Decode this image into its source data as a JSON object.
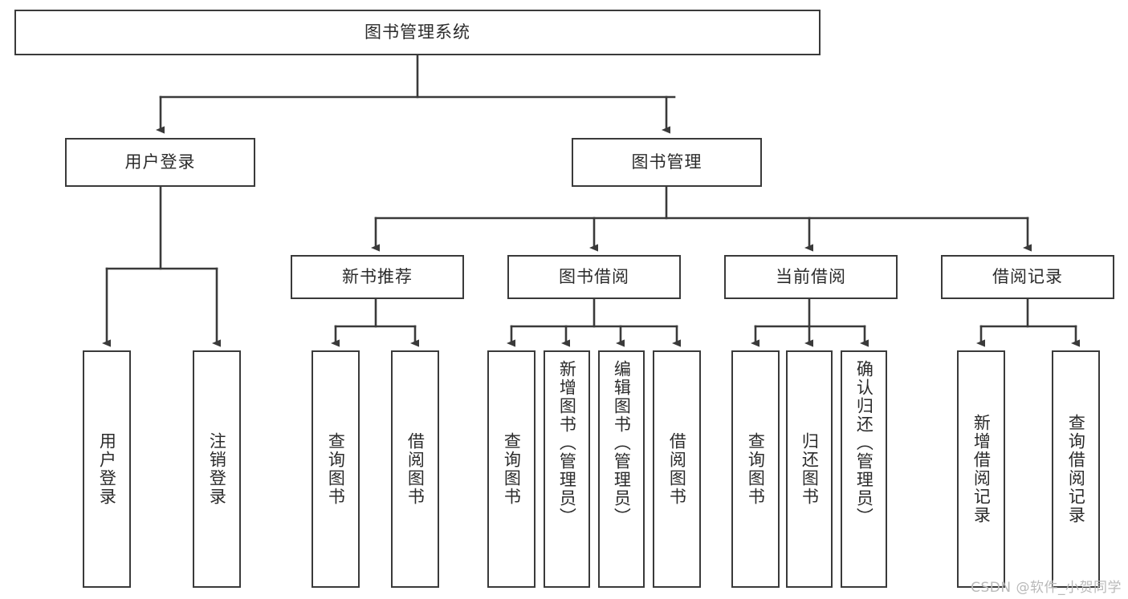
{
  "diagram": {
    "title": "图书管理系统",
    "type": "hierarchy-tree",
    "style": {
      "box_fill": "#ffffff",
      "box_border": "#3a3a3a",
      "connector": "#3a3a3a",
      "text": "#2b2b2b",
      "background": "#ffffff",
      "watermark_color": "#b9b9b9"
    },
    "nodes": {
      "root": {
        "label": "图书管理系统",
        "level": 1
      },
      "user_login": {
        "label": "用户登录",
        "level": 2
      },
      "book_manage": {
        "label": "图书管理",
        "level": 2
      },
      "new_book_rec": {
        "label": "新书推荐",
        "level": 3
      },
      "book_borrow": {
        "label": "图书借阅",
        "level": 3
      },
      "current_borrow": {
        "label": "当前借阅",
        "level": 3
      },
      "borrow_record": {
        "label": "借阅记录",
        "level": 3
      },
      "leaf_user_login": {
        "label": "用户登录",
        "level": 4
      },
      "leaf_logout": {
        "label": "注销登录",
        "level": 4
      },
      "leaf_query_book_1": {
        "label": "查询图书",
        "level": 4
      },
      "leaf_borrow_book_1": {
        "label": "借阅图书",
        "level": 4
      },
      "leaf_query_book_2": {
        "label": "查询图书",
        "level": 4
      },
      "leaf_add_book": {
        "label": "新增图书（管理员）",
        "level": 4
      },
      "leaf_edit_book": {
        "label": "编辑图书（管理员）",
        "level": 4
      },
      "leaf_borrow_book_2": {
        "label": "借阅图书",
        "level": 4
      },
      "leaf_query_book_3": {
        "label": "查询图书",
        "level": 4
      },
      "leaf_return_book": {
        "label": "归还图书",
        "level": 4
      },
      "leaf_confirm_return": {
        "label": "确认归还（管理员）",
        "level": 4
      },
      "leaf_add_record": {
        "label": "新增借阅记录",
        "level": 4
      },
      "leaf_query_record": {
        "label": "查询借阅记录",
        "level": 4
      }
    },
    "edges": [
      {
        "from": "root",
        "to": "user_login"
      },
      {
        "from": "root",
        "to": "book_manage"
      },
      {
        "from": "user_login",
        "to": "leaf_user_login"
      },
      {
        "from": "user_login",
        "to": "leaf_logout"
      },
      {
        "from": "book_manage",
        "to": "new_book_rec"
      },
      {
        "from": "book_manage",
        "to": "book_borrow"
      },
      {
        "from": "book_manage",
        "to": "current_borrow"
      },
      {
        "from": "book_manage",
        "to": "borrow_record"
      },
      {
        "from": "new_book_rec",
        "to": "leaf_query_book_1"
      },
      {
        "from": "new_book_rec",
        "to": "leaf_borrow_book_1"
      },
      {
        "from": "book_borrow",
        "to": "leaf_query_book_2"
      },
      {
        "from": "book_borrow",
        "to": "leaf_add_book"
      },
      {
        "from": "book_borrow",
        "to": "leaf_edit_book"
      },
      {
        "from": "book_borrow",
        "to": "leaf_borrow_book_2"
      },
      {
        "from": "current_borrow",
        "to": "leaf_query_book_3"
      },
      {
        "from": "current_borrow",
        "to": "leaf_return_book"
      },
      {
        "from": "current_borrow",
        "to": "leaf_confirm_return"
      },
      {
        "from": "borrow_record",
        "to": "leaf_add_record"
      },
      {
        "from": "borrow_record",
        "to": "leaf_query_record"
      }
    ]
  },
  "watermark": {
    "text": "CSDN @软件_小贺同学"
  }
}
